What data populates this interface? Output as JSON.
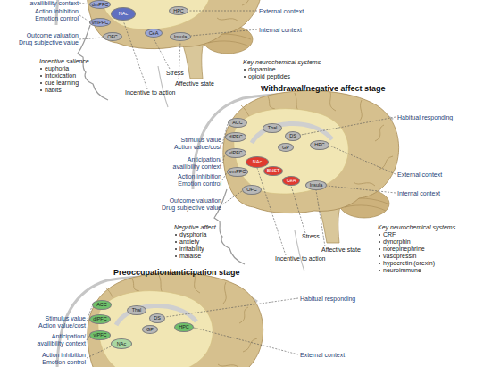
{
  "diagram": {
    "nodes": [
      {
        "text": [
          "dmPFC"
        ]
      },
      {
        "text": [
          "NAc"
        ]
      },
      {
        "text": [
          "vmPFC"
        ]
      },
      {
        "text": [
          "HPC"
        ]
      },
      {
        "text": [
          "OFC"
        ]
      },
      {
        "text": [
          "CeA"
        ]
      },
      {
        "text": [
          "Insula"
        ]
      },
      {
        "text": [
          "ACC"
        ]
      },
      {
        "text": [
          "Thal"
        ]
      },
      {
        "text": [
          "dlPFC"
        ]
      },
      {
        "text": [
          "DS"
        ]
      },
      {
        "text": [
          "GP"
        ]
      },
      {
        "text": [
          "vlPFC"
        ]
      },
      {
        "text": [
          "HPC"
        ]
      },
      {
        "text": [
          "NAc"
        ]
      },
      {
        "text": [
          "vmPFC"
        ]
      },
      {
        "text": [
          "BNST"
        ]
      },
      {
        "text": [
          "CeA"
        ]
      },
      {
        "text": [
          "OFC"
        ]
      },
      {
        "text": [
          "Insula"
        ]
      },
      {
        "text": [
          "ACC"
        ]
      },
      {
        "text": [
          "Thal"
        ]
      },
      {
        "text": [
          "dlPFC"
        ]
      },
      {
        "text": [
          "DS"
        ]
      },
      {
        "text": [
          "GP"
        ]
      },
      {
        "text": [
          "vlPFC"
        ]
      },
      {
        "text": [
          "NAc"
        ]
      },
      {
        "text": [
          "HPC"
        ]
      }
    ],
    "labels": [
      "availibility context",
      "Action inhibition",
      "Emotion control",
      "Outcome valuation",
      "Drug subjective value",
      "External context",
      "Internal context",
      "Incentive salience",
      "euphoria",
      "intoxication",
      "cue learning",
      "habits",
      "Key neurochemical systems",
      "dopamine",
      "opioid peptides",
      "Stress",
      "Affective state",
      "Incentive to action",
      "Withdrawal/negative affect stage",
      "Habitual responding",
      "Stimulus value",
      "Action value/cost",
      "Anticipation/ availibility context",
      "Action inhibition",
      "Emotion control",
      "Outcome valuation",
      "Drug subjective value",
      "External context",
      "Internal context",
      "Negative affect",
      "dysphoria",
      "anxiety",
      "irritability",
      "malaise",
      "Stress",
      "Affective state",
      "Incentive to action",
      "Key neurochemical systems",
      "CRF",
      "dynorphin",
      "norepinephrine",
      "vasopressin",
      "hypocretin (orexin)",
      "neuroimmune",
      "Preoccupation/anticipation stage",
      "Habitual responding",
      "Stimulus value",
      "Action value/cost",
      "Anticipation/ availibility context",
      "Action inhibition",
      "Emotion control",
      "External context"
    ]
  }
}
